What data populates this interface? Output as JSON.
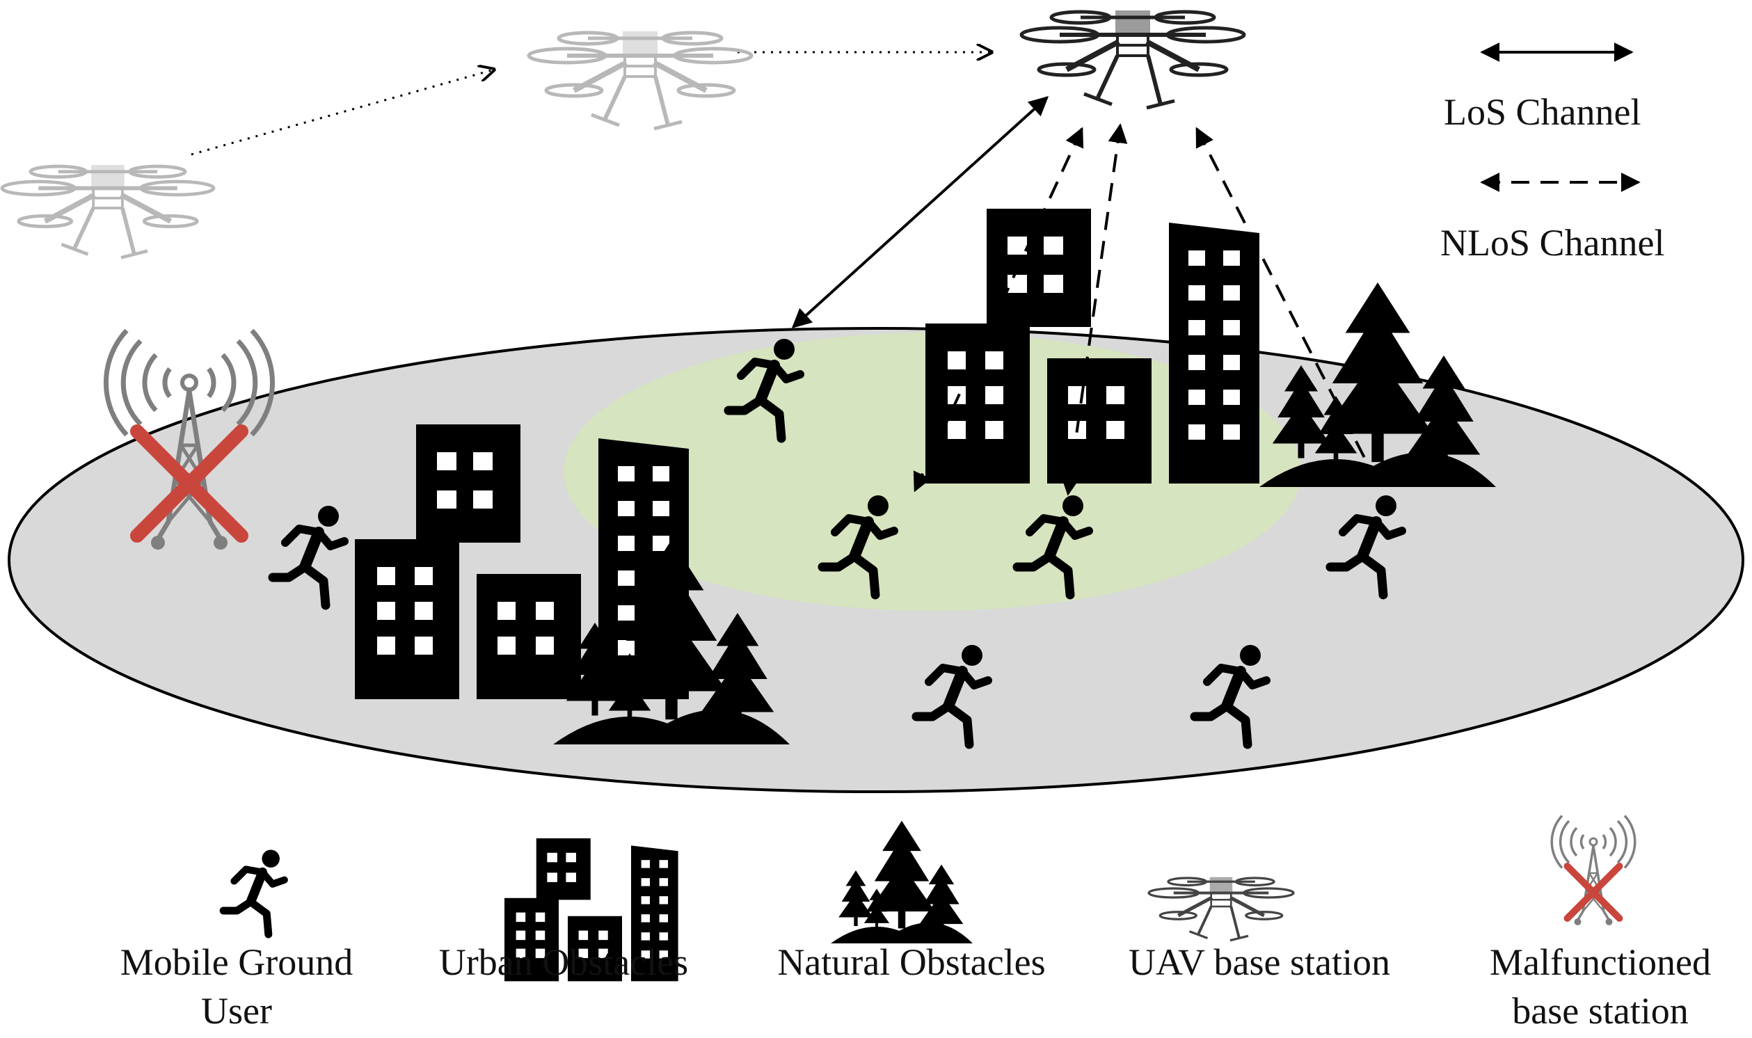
{
  "channel_legend": {
    "los_label": "LoS Channel",
    "nlos_label": "NLoS Channel"
  },
  "bottom_legend": [
    {
      "icon": "runner-icon",
      "line1": "Mobile Ground",
      "line2": "User"
    },
    {
      "icon": "buildings-icon",
      "line1": "Urban Obstacles",
      "line2": ""
    },
    {
      "icon": "trees-icon",
      "line1": "Natural Obstacles",
      "line2": ""
    },
    {
      "icon": "drone-icon",
      "line1": "UAV base station",
      "line2": ""
    },
    {
      "icon": "broken-tower-icon",
      "line1": "Malfunctioned",
      "line2": "base station"
    }
  ],
  "colors": {
    "ground": "#d9d9d9",
    "coverage": "#d6e4bf",
    "obstacle": "#000000",
    "cross": "#c9463d",
    "tower": "#7f7f7f",
    "drone_faded": "#b0b0b0"
  }
}
